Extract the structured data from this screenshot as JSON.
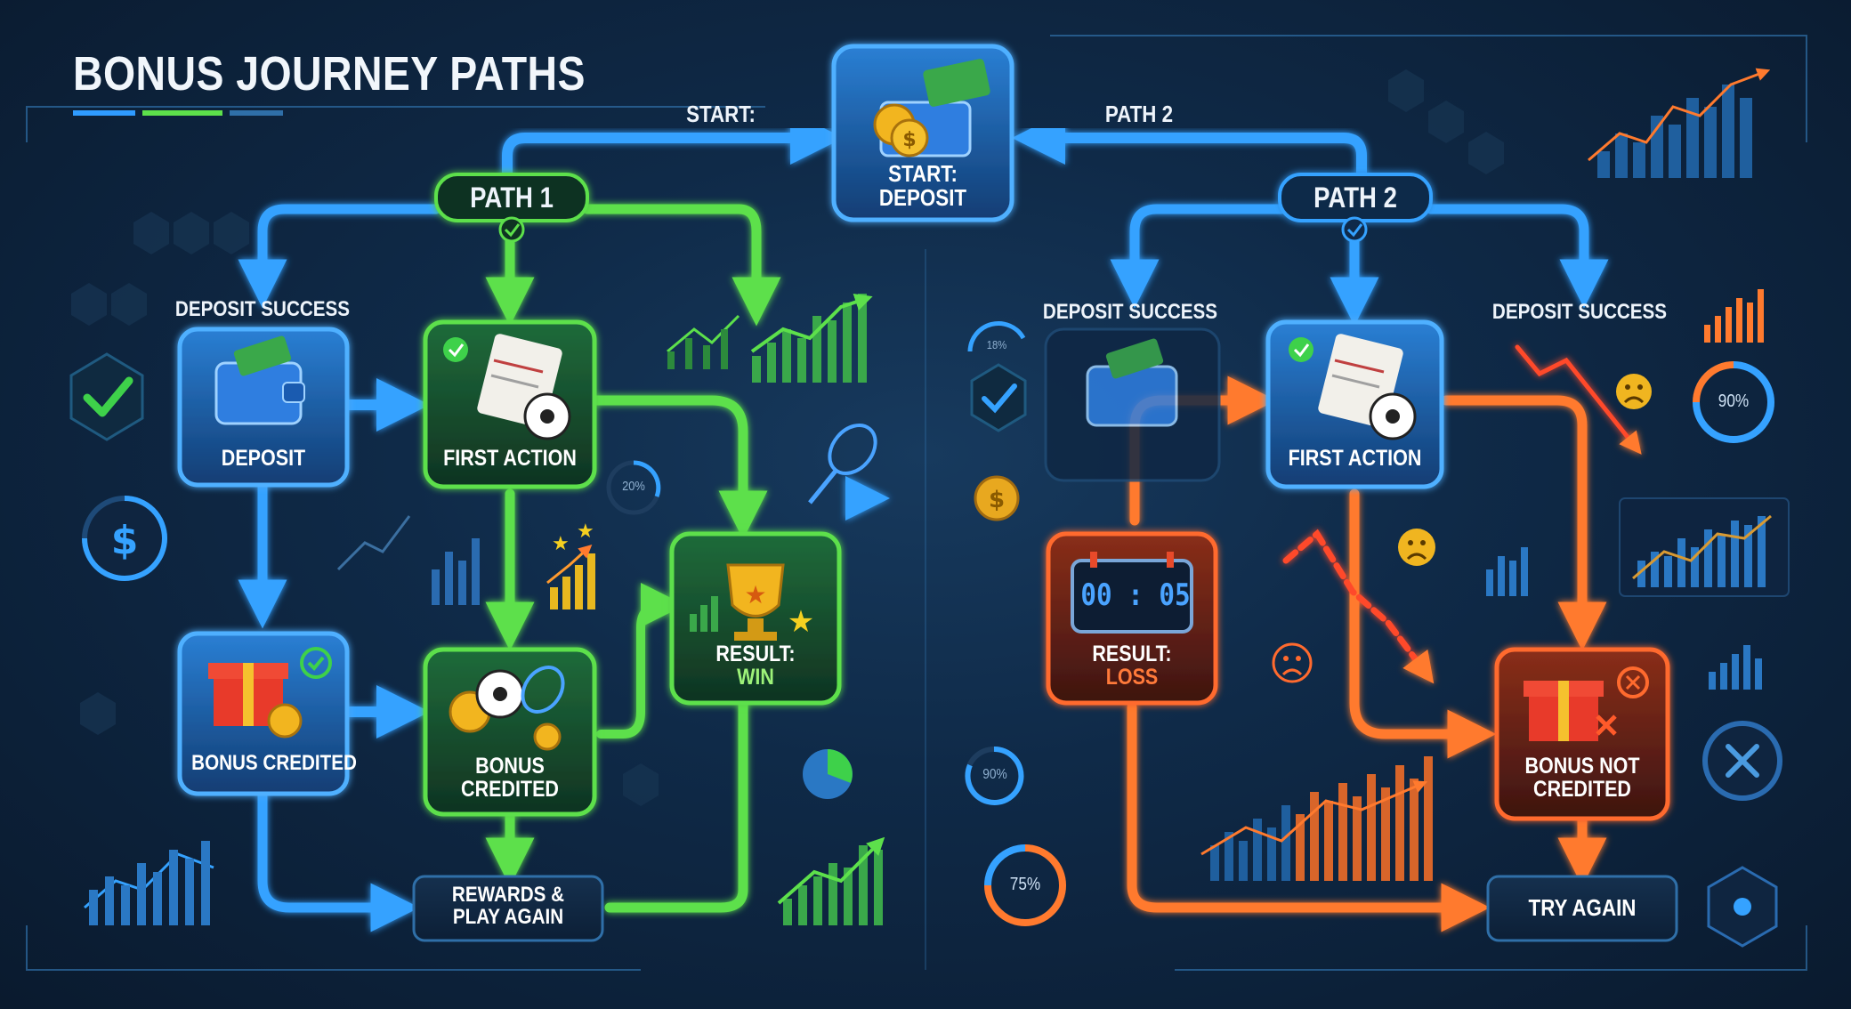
{
  "header": {
    "title": "BONUS JOURNEY PATHS"
  },
  "start": {
    "line1": "START:",
    "line2": "DEPOSIT",
    "arrow_left_label": "START:",
    "arrow_right_label": "PATH 2"
  },
  "path1": {
    "badge": "PATH 1",
    "branch_label": "DEPOSIT SUCCESS",
    "nodes": {
      "deposit": "DEPOSIT",
      "first_action": "FIRST ACTION",
      "bonus_credited_left": "BONUS CREDITED",
      "bonus_credited_line1": "BONUS",
      "bonus_credited_line2": "CREDITED",
      "result_line1": "RESULT:",
      "result_line2": "WIN",
      "rewards_line1": "REWARDS &",
      "rewards_line2": "PLAY AGAIN"
    }
  },
  "path2": {
    "badge": "PATH 2",
    "branch_label_left": "DEPOSIT SUCCESS",
    "branch_label_right": "DEPOSIT SUCCESS",
    "nodes": {
      "first_action": "FIRST ACTION",
      "timer": "00 : 05",
      "result_line1": "RESULT:",
      "result_line2": "LOSS",
      "not_credited_line1": "BONUS NOT",
      "not_credited_line2": "CREDITED",
      "try_again": "TRY AGAIN"
    }
  },
  "decor": {
    "pct_20": "20%",
    "pct_90_left": "90%",
    "pct_75": "75%",
    "pct_90_right": "90%",
    "pct_18": "18%"
  },
  "colors": {
    "blue": "#2f9bff",
    "green": "#5de04b",
    "orange": "#ff7a2e",
    "bg": "#0f2a48"
  }
}
